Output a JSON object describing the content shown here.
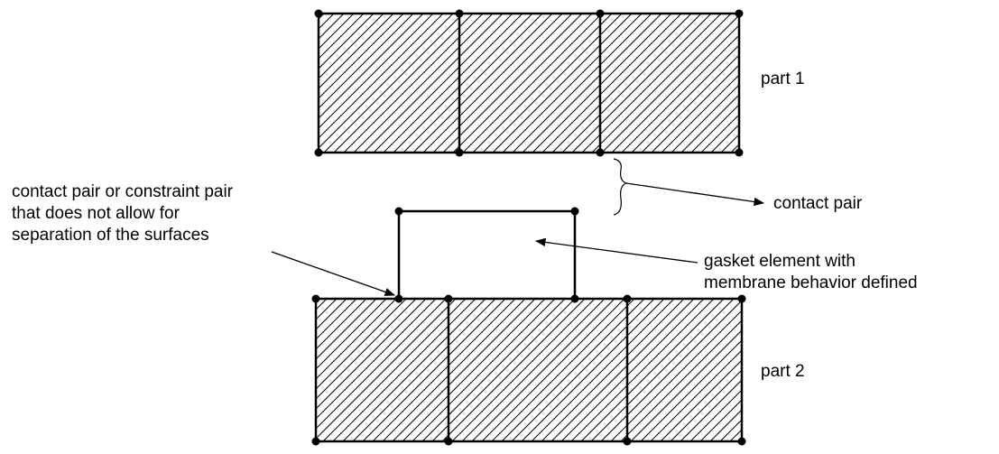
{
  "labels": {
    "part1": "part 1",
    "part2": "part 2",
    "contact_pair": "contact pair",
    "constraint_note": "contact pair or constraint pair\nthat does not allow for\nseparation of the surfaces",
    "gasket_note": "gasket element with\nmembrane behavior defined"
  },
  "colors": {
    "line": "#000000",
    "hatch": "#000000",
    "background": "#ffffff"
  }
}
